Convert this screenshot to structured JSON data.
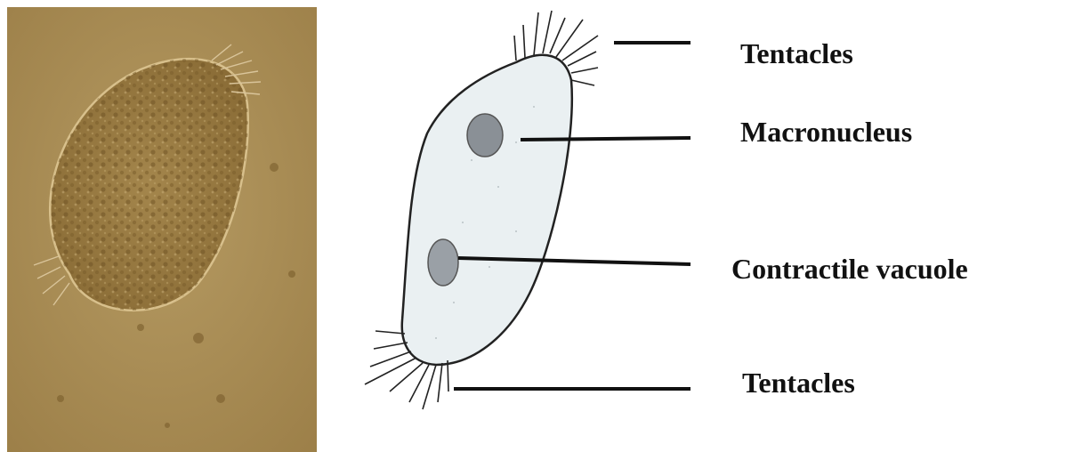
{
  "labels": {
    "tentacles_top": "Tentacles",
    "macronucleus": "Macronucleus",
    "contractile_vacuole": "Contractile vacuole",
    "tentacles_bottom": "Tentacles"
  },
  "colors": {
    "photo_background": "#a88a52",
    "cell_fill": "#eaf0f2",
    "line": "#111111",
    "text": "#111111"
  }
}
